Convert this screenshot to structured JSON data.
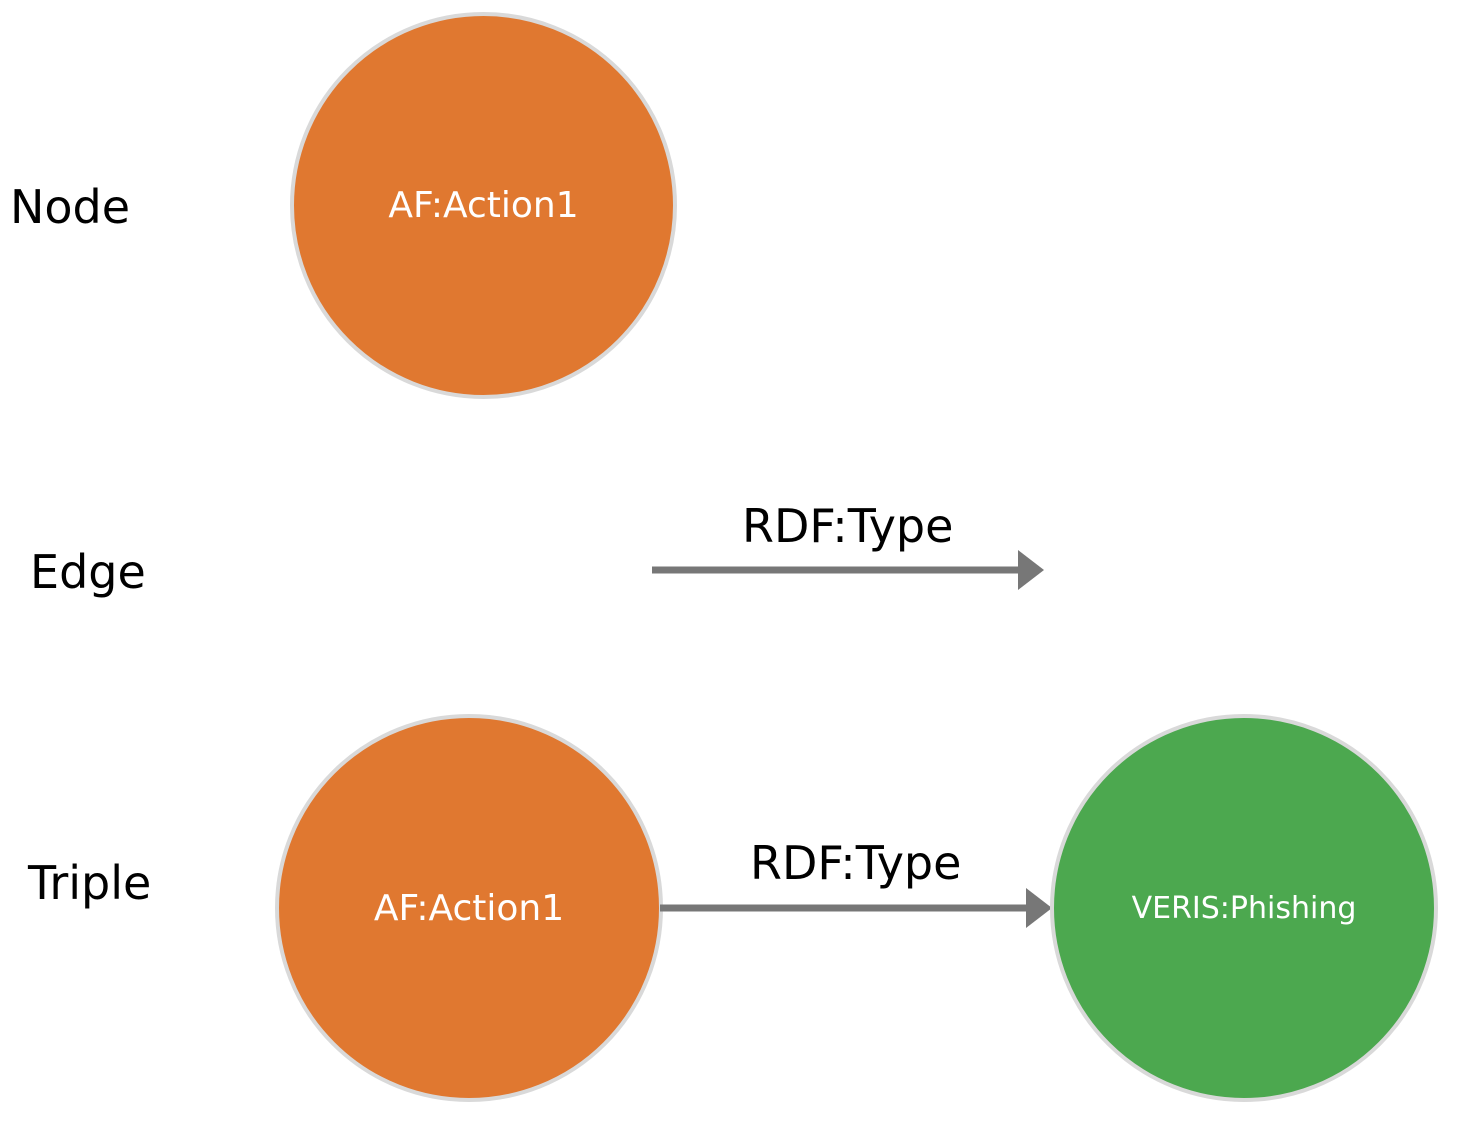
{
  "rows": {
    "node_label": "Node",
    "edge_label": "Edge",
    "triple_label": "Triple"
  },
  "node_example": {
    "label": "AF:Action1",
    "color": "#e07830"
  },
  "edge_example": {
    "label": "RDF:Type",
    "color": "#777777"
  },
  "triple_example": {
    "subject": {
      "label": "AF:Action1",
      "color": "#e07830"
    },
    "predicate": {
      "label": "RDF:Type"
    },
    "object": {
      "label": "VERIS:Phishing",
      "color": "#4ca84f"
    }
  },
  "colors": {
    "node_border": "#d9d9d9",
    "arrow": "#777777",
    "background": "#ffffff"
  }
}
